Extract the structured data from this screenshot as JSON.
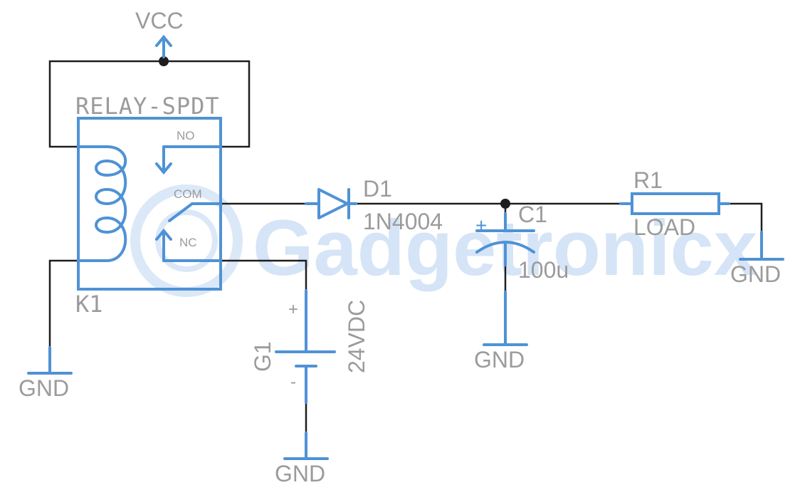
{
  "watermark": {
    "text": "Gadgetronicx"
  },
  "colors": {
    "symbol": "#4f92d6",
    "wire": "#1e1e1e",
    "label": "#9b9b9b",
    "watermark": "#d5e4f6"
  },
  "power": {
    "vcc": "VCC"
  },
  "grounds": {
    "relay": "GND",
    "battery": "GND",
    "capacitor": "GND",
    "load": "GND"
  },
  "relay": {
    "type": "RELAY-SPDT",
    "ref": "K1",
    "no": "NO",
    "com": "COM",
    "nc": "NC"
  },
  "diode": {
    "ref": "D1",
    "value": "1N4004"
  },
  "capacitor": {
    "ref": "C1",
    "value": "100u",
    "plus": "+"
  },
  "resistor": {
    "ref": "R1",
    "value": "LOAD"
  },
  "battery": {
    "ref": "G1",
    "value": "24VDC",
    "plus": "+",
    "minus": "-"
  }
}
